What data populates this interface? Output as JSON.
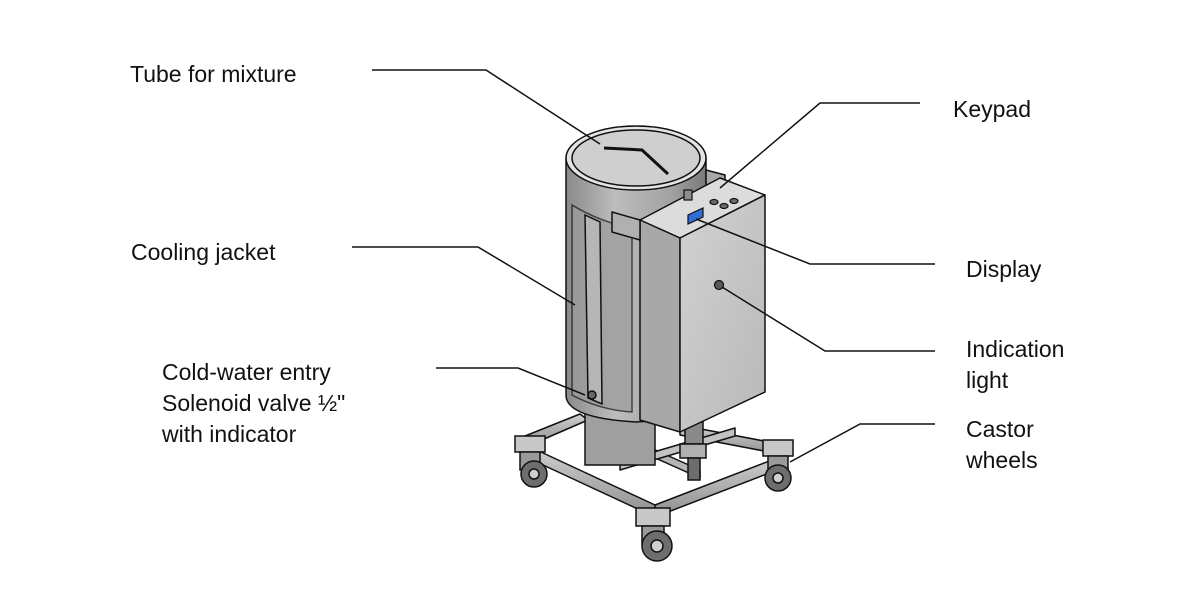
{
  "labels": {
    "tube": "Tube for mixture",
    "cooling": "Cooling jacket",
    "coldwater": [
      "Cold-water entry",
      "Solenoid valve ½\"",
      "with indicator"
    ],
    "keypad": "Keypad",
    "display": "Display",
    "indication": [
      "Indication",
      "light"
    ],
    "castor": [
      "Castor",
      "wheels"
    ]
  },
  "colors": {
    "ink": "#111111",
    "steel_light": "#d6d6d6",
    "steel_mid": "#a9a9a9",
    "steel_dark": "#6f6f6f",
    "screen": "#2f6fd6"
  }
}
